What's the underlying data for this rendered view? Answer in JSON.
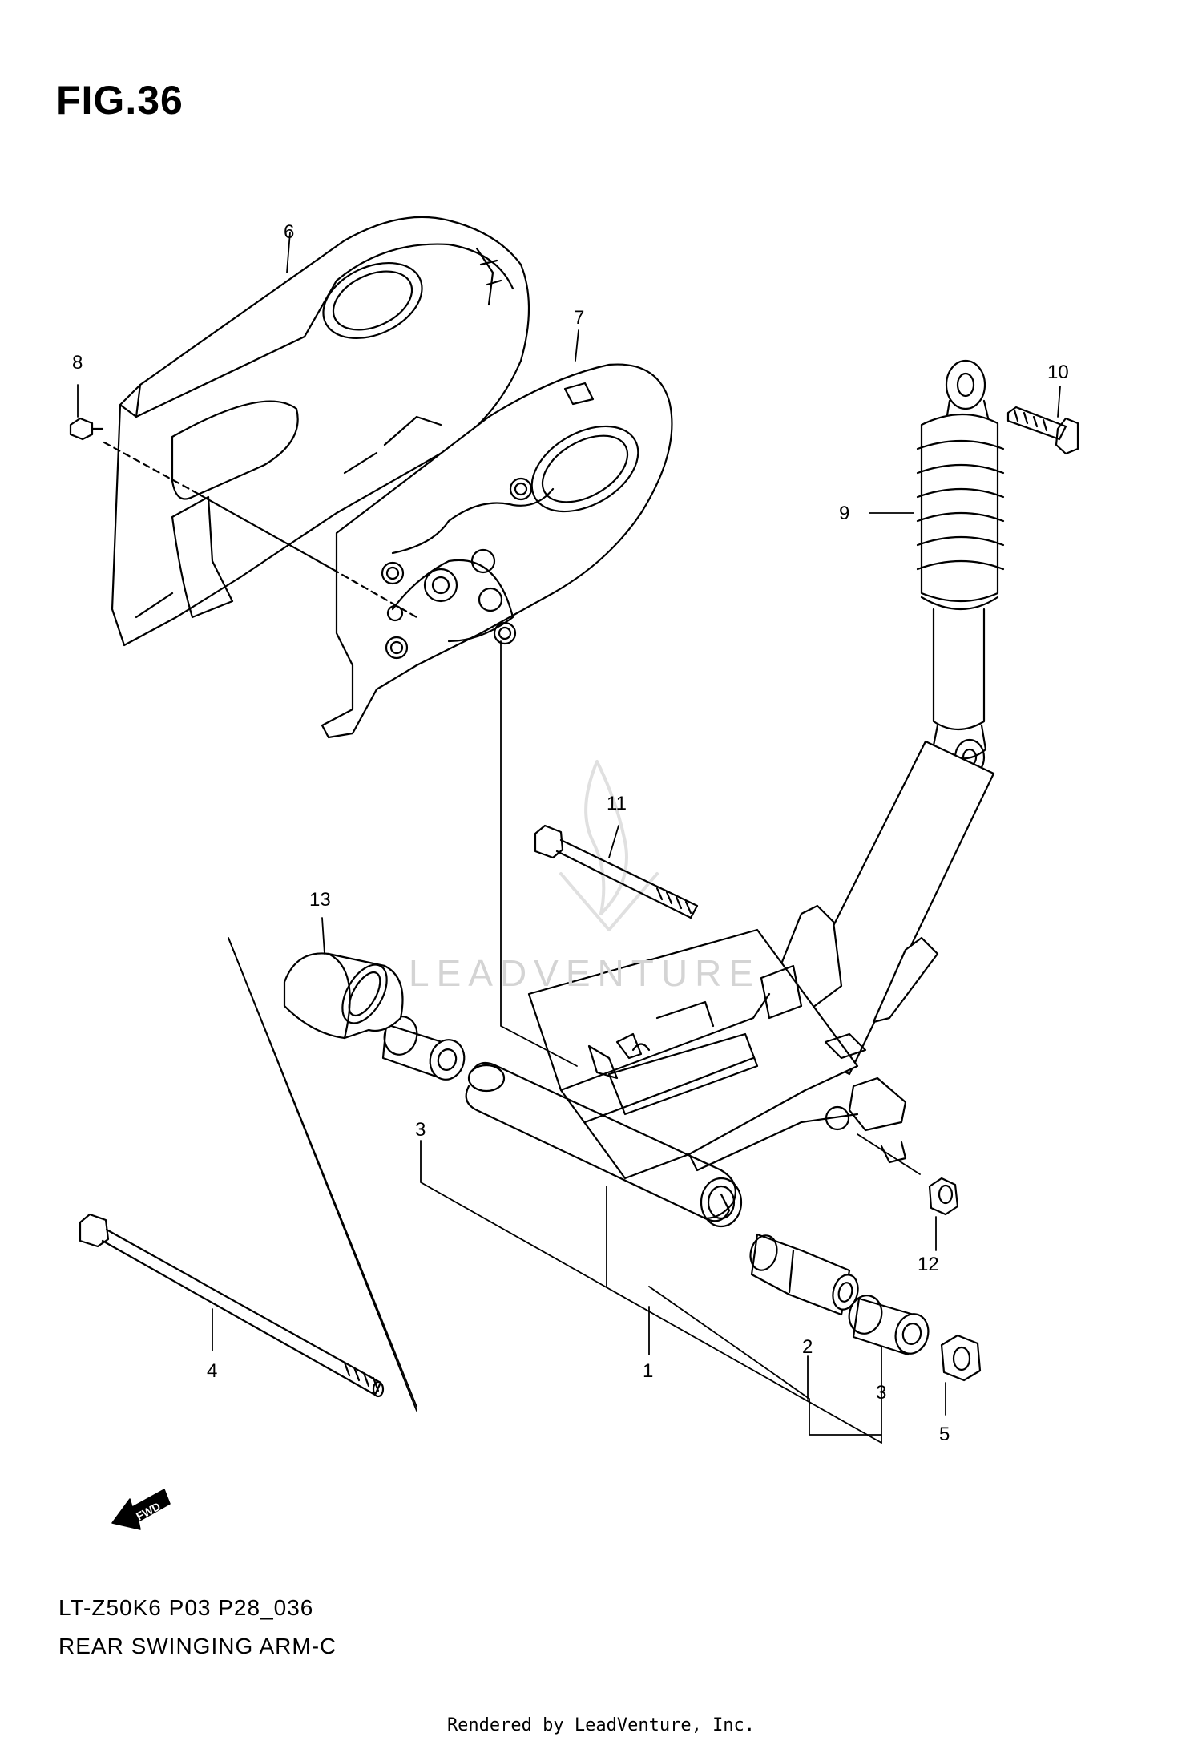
{
  "figure": {
    "title": "FIG.36",
    "model_code": "LT-Z50K6 P03 P28_036",
    "name": "REAR SWINGING ARM-C"
  },
  "watermark": {
    "brand": "LEADVENTURE"
  },
  "fwd_badge": {
    "text": "FWD",
    "icon": "forward-arrow-icon"
  },
  "footer": {
    "rendered_by": "Rendered by LeadVenture, Inc."
  },
  "part_labels": {
    "p1": "1",
    "p2": "2",
    "p3a": "3",
    "p3b": "3",
    "p4": "4",
    "p5": "5",
    "p6": "6",
    "p7": "7",
    "p8": "8",
    "p9": "9",
    "p10": "10",
    "p11": "11",
    "p12": "12",
    "p13": "13"
  }
}
